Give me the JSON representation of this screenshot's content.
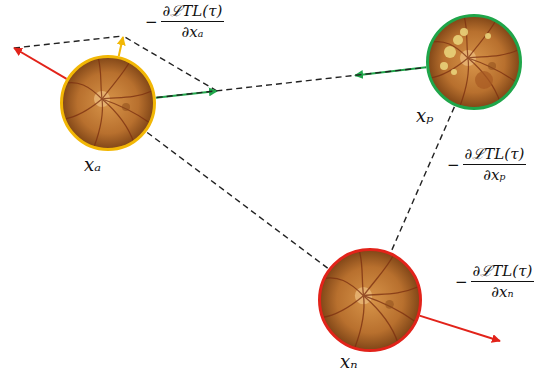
{
  "diagram": {
    "nodes": [
      {
        "text": [
          "xₐ"
        ]
      },
      {
        "text": [
          "xₚ"
        ]
      },
      {
        "text": [
          "xₙ"
        ]
      }
    ],
    "edges": [
      {
        "from": 0,
        "to": 1,
        "arrow": "none"
      },
      {
        "from": 0,
        "to": 2,
        "arrow": "none"
      },
      {
        "from": 1,
        "to": 2,
        "arrow": "none"
      }
    ],
    "labels": [
      "−",
      "∂ℒTL(τ)",
      "∂xₐ",
      "−",
      "∂ℒTL(τ)",
      "∂xₚ",
      "−",
      "∂ℒTL(τ)",
      "∂xₙ"
    ]
  }
}
